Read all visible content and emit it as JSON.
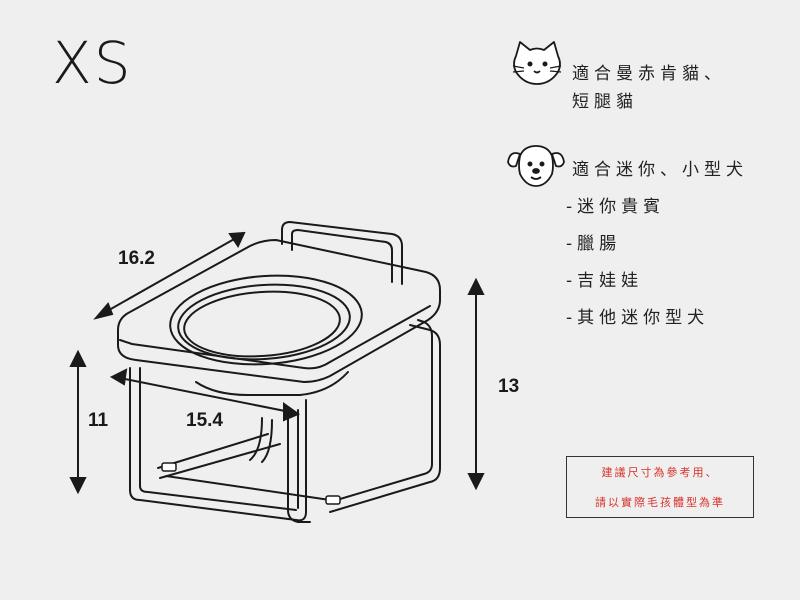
{
  "size_label": "XS",
  "dimensions": {
    "top_length": "16.2",
    "inner_width": "15.4",
    "front_height": "11",
    "total_height": "13"
  },
  "cat_section": {
    "icon": "cat-face-icon",
    "lines": [
      "適合曼赤肯貓、",
      "短腿貓"
    ]
  },
  "dog_section": {
    "icon": "dog-face-icon",
    "heading": "適合迷你、小型犬",
    "breeds": [
      "-迷你貴賓",
      "-臘腸",
      "-吉娃娃",
      "-其他迷你型犬"
    ]
  },
  "note": {
    "lines": [
      "建議尺寸為參考用、",
      "請以實際毛孩體型為準"
    ],
    "color": "#d9332c"
  }
}
